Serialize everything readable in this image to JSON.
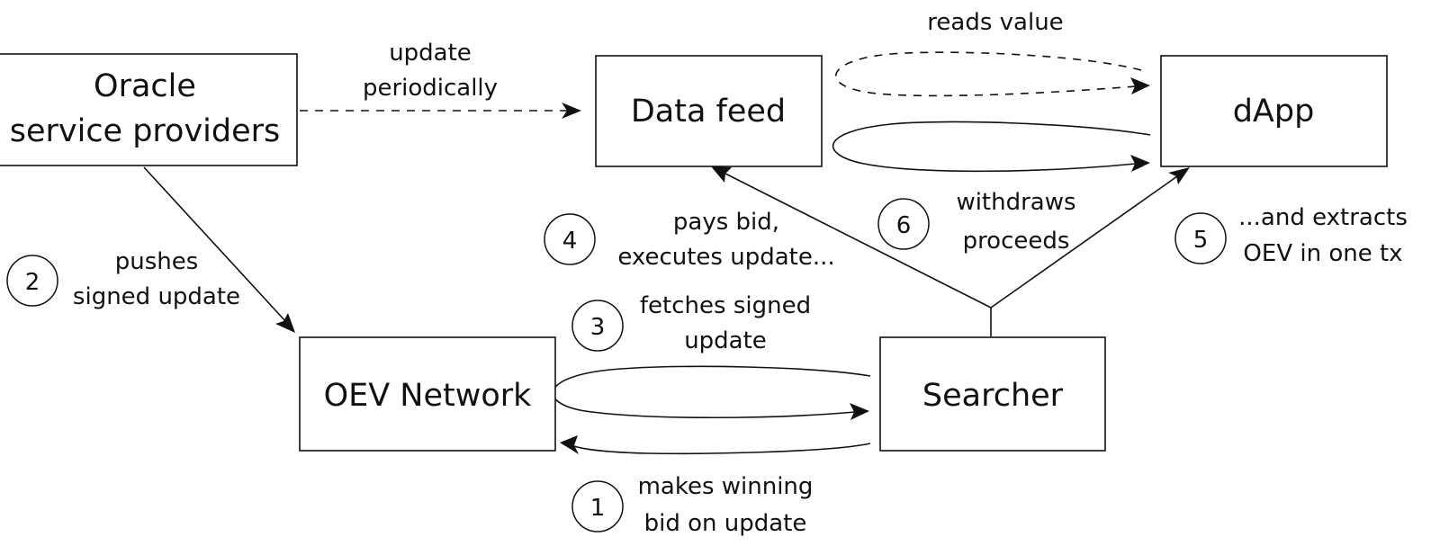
{
  "nodes": {
    "oracle": {
      "line1": "Oracle",
      "line2": "service providers"
    },
    "data_feed": {
      "label": "Data feed"
    },
    "dapp": {
      "label": "dApp"
    },
    "oev_network": {
      "label": "OEV Network"
    },
    "searcher": {
      "label": "Searcher"
    }
  },
  "edges": {
    "update_periodically": {
      "line1": "update",
      "line2": "periodically"
    },
    "reads_value": {
      "label": "reads value"
    },
    "pushes_signed_update": {
      "step": "2",
      "line1": "pushes",
      "line2": "signed update"
    },
    "fetches_signed_update": {
      "step": "3",
      "line1": "fetches signed",
      "line2": "update"
    },
    "makes_winning_bid": {
      "step": "1",
      "line1": "makes winning",
      "line2": "bid on update"
    },
    "pays_bid": {
      "step": "4",
      "line1": "pays bid,",
      "line2": "executes update..."
    },
    "withdraws_proceeds": {
      "step": "6",
      "line1": "withdraws",
      "line2": "proceeds"
    },
    "extracts_oev": {
      "step": "5",
      "line1": "...and extracts",
      "line2": "OEV in one tx"
    }
  }
}
